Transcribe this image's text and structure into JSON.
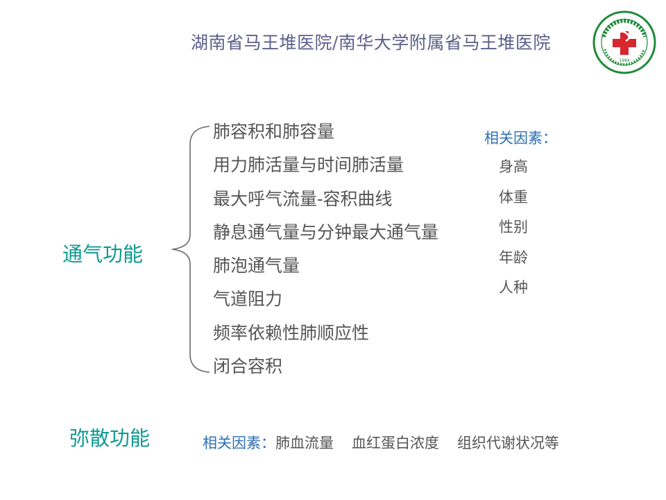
{
  "header": {
    "title": "湖南省马王堆医院/南华大学附属省马王堆医院",
    "logo": {
      "icon": "hospital-logo-icon",
      "year": "1984",
      "accent": "#1f8a3a",
      "cross_color": "#d7262e"
    }
  },
  "ventilation": {
    "label": "通气功能",
    "items": [
      "肺容积和肺容量",
      "用力肺活量与时间肺活量",
      "最大呼气流量-容积曲线",
      "静息通气量与分钟最大通气量",
      "肺泡通气量",
      "气道阻力",
      "频率依赖性肺顺应性",
      "闭合容积"
    ],
    "factors_title": "相关因素：",
    "factors": [
      "身高",
      "体重",
      "性别",
      "年龄",
      "人种"
    ]
  },
  "diffusion": {
    "label": "弥散功能",
    "factors_prefix": "相关因素：",
    "factors": [
      "肺血流量",
      "血红蛋白浓度",
      "组织代谢状况等"
    ]
  },
  "colors": {
    "heading_teal": "#0f9a93",
    "factor_blue": "#2e6fb5",
    "body_text": "#555555",
    "header_text": "#5b5f8a"
  }
}
